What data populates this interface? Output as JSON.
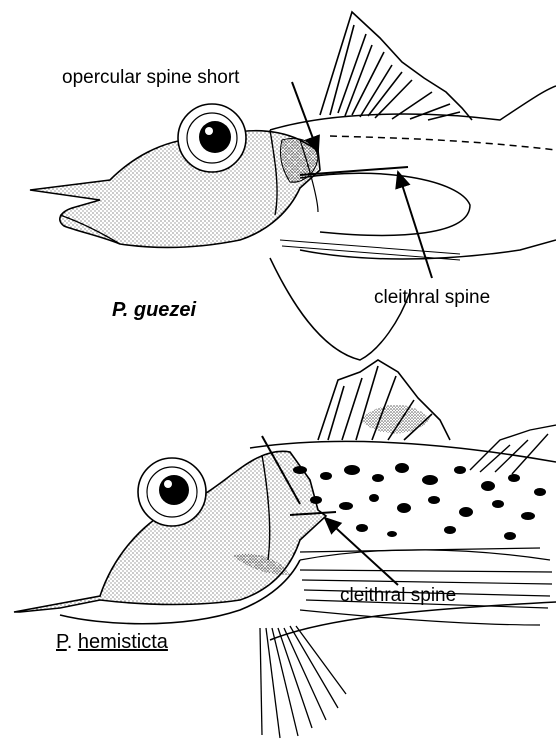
{
  "labels": {
    "opercular": "opercular spine short",
    "cleithral_top": "cleithral spine",
    "cleithral_bottom": "cleithral spine"
  },
  "species": {
    "top": "P. guezei",
    "bottom_genus": "P",
    "bottom_dot": ".",
    "bottom_epithet": "hemisticta"
  },
  "colors": {
    "ink": "#000000",
    "background": "#ffffff"
  }
}
